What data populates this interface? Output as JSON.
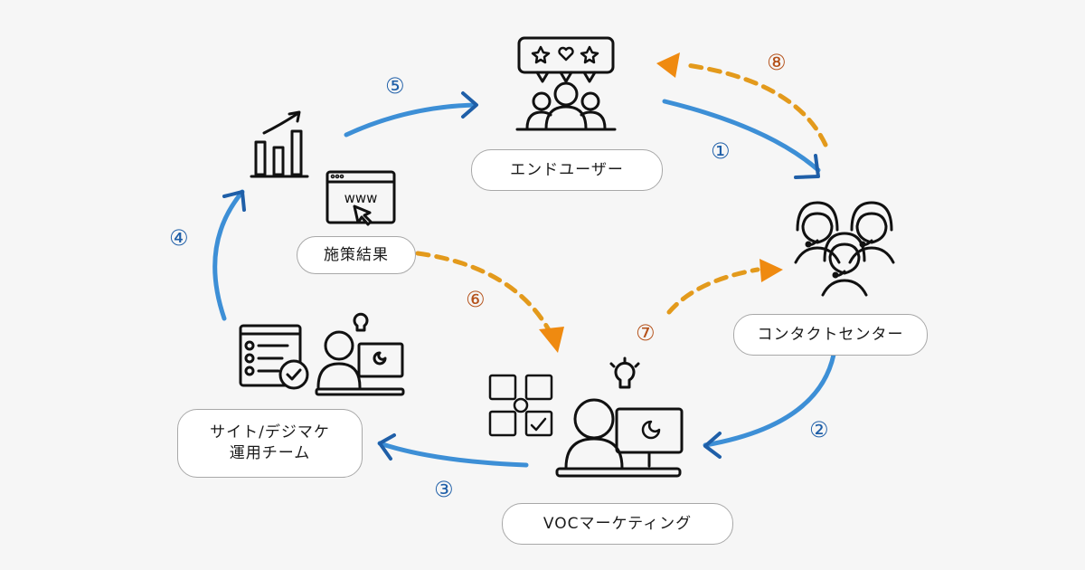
{
  "colors": {
    "background": "#f6f6f6",
    "blue_arrow": "#3d8fd6",
    "blue_arrowhead": "#1f5fa8",
    "orange_arrow": "#e39a1c",
    "orange_arrowhead": "#ef8a10",
    "blue_number": "#1f5fa8",
    "orange_number": "#b5521b"
  },
  "nodes": {
    "end_user": {
      "label": "エンドユーザー",
      "icon": "group-feedback-icon"
    },
    "contact_center": {
      "label": "コンタクトセンター",
      "icon": "call-center-operators-icon"
    },
    "voc_marketing": {
      "label": "VOCマーケティング",
      "icon": "person-computer-idea-icon"
    },
    "site_team": {
      "label_line1": "サイト/デジマケ",
      "label_line2": "運用チーム",
      "icon": "checklist-person-computer-icon"
    },
    "measure_result": {
      "label": "施策結果",
      "icons": [
        "bar-chart-growth-icon",
        "website-www-icon"
      ]
    }
  },
  "steps": [
    {
      "num": "①",
      "style": "solid",
      "color": "blue",
      "from": "エンドユーザー",
      "to": "コンタクトセンター"
    },
    {
      "num": "②",
      "style": "solid",
      "color": "blue",
      "from": "コンタクトセンター",
      "to": "VOCマーケティング"
    },
    {
      "num": "③",
      "style": "solid",
      "color": "blue",
      "from": "VOCマーケティング",
      "to": "サイト/デジマケ運用チーム"
    },
    {
      "num": "④",
      "style": "solid",
      "color": "blue",
      "from": "サイト/デジマケ運用チーム",
      "to": "施策結果"
    },
    {
      "num": "⑤",
      "style": "solid",
      "color": "blue",
      "from": "施策結果",
      "to": "エンドユーザー"
    },
    {
      "num": "⑥",
      "style": "dashed",
      "color": "orange",
      "from": "施策結果",
      "to": "VOCマーケティング"
    },
    {
      "num": "⑦",
      "style": "dashed",
      "color": "orange",
      "from": "VOCマーケティング",
      "to": "コンタクトセンター"
    },
    {
      "num": "⑧",
      "style": "dashed",
      "color": "orange",
      "from": "コンタクトセンター",
      "to": "エンドユーザー"
    }
  ]
}
